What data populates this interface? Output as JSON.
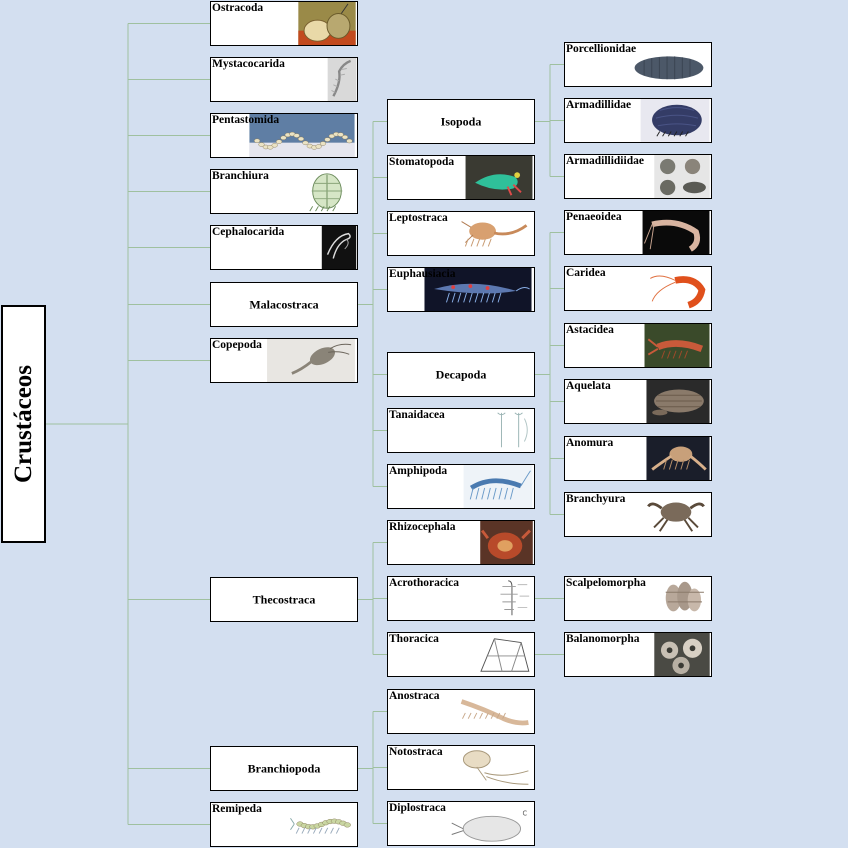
{
  "root": {
    "label": "Crustáceos"
  },
  "nodes": [
    {
      "id": "ostracoda",
      "label": "Ostracoda",
      "thumb": "ostracoda-shell"
    },
    {
      "id": "mystacocarida",
      "label": "Mystacocarida",
      "thumb": "mystacocarida-worm"
    },
    {
      "id": "pentastomida",
      "label": "Pentastomida",
      "thumb": "pentastomida-worm"
    },
    {
      "id": "branchiura",
      "label": "Branchiura",
      "thumb": "branchiura-louse"
    },
    {
      "id": "cephalocarida",
      "label": "Cephalocarida",
      "thumb": "cephalocarida-shrimp"
    },
    {
      "id": "malacostraca",
      "label": "Malacostraca"
    },
    {
      "id": "copepoda",
      "label": "Copepoda",
      "thumb": "copepoda-bug"
    },
    {
      "id": "thecostraca",
      "label": "Thecostraca"
    },
    {
      "id": "branchiopoda",
      "label": "Branchiopoda"
    },
    {
      "id": "remipeda",
      "label": "Remipeda",
      "thumb": "remipeda-bug"
    },
    {
      "id": "isopoda",
      "label": "Isopoda"
    },
    {
      "id": "stomatopoda",
      "label": "Stomatopoda",
      "thumb": "stomatopoda-shrimp"
    },
    {
      "id": "leptostraca",
      "label": "Leptostraca",
      "thumb": "leptostraca-shrimp"
    },
    {
      "id": "euphausiacia",
      "label": "Euphausiacia",
      "thumb": "krill"
    },
    {
      "id": "decapoda",
      "label": "Decapoda"
    },
    {
      "id": "tanaidacea",
      "label": "Tanaidacea",
      "thumb": "tanaid-sketch"
    },
    {
      "id": "amphipoda",
      "label": "Amphipoda",
      "thumb": "amphipod-sketch"
    },
    {
      "id": "rhizocephala",
      "label": "Rhizocephala",
      "thumb": "rhizocephala-crab"
    },
    {
      "id": "acrothoracica",
      "label": "Acrothoracica",
      "thumb": "acrothoracica-diagram"
    },
    {
      "id": "thoracica",
      "label": "Thoracica",
      "thumb": "thoracica-diagram"
    },
    {
      "id": "anostraca",
      "label": "Anostraca",
      "thumb": "anostraca-sketch"
    },
    {
      "id": "notostraca",
      "label": "Notostraca",
      "thumb": "notostraca-sketch"
    },
    {
      "id": "diplostraca",
      "label": "Diplostraca",
      "thumb": "diplostraca-sketch"
    },
    {
      "id": "porcellionidae",
      "label": "Porcellionidae",
      "thumb": "woodlouse"
    },
    {
      "id": "armadillidae",
      "label": "Armadillidae",
      "thumb": "pillbug"
    },
    {
      "id": "armadillidiidae",
      "label": "Armadillidiidae",
      "thumb": "pillbug-grid"
    },
    {
      "id": "penaeoidea",
      "label": "Penaeoidea",
      "thumb": "prawn"
    },
    {
      "id": "caridea",
      "label": "Caridea",
      "thumb": "shrimp-red"
    },
    {
      "id": "astacidea",
      "label": "Astacidea",
      "thumb": "crayfish"
    },
    {
      "id": "aquelata",
      "label": "Aquelata",
      "thumb": "slipper-lobster"
    },
    {
      "id": "anomura",
      "label": "Anomura",
      "thumb": "squat-lobster"
    },
    {
      "id": "branchyura",
      "label": "Branchyura",
      "thumb": "crab"
    },
    {
      "id": "scalpelomorpha",
      "label": "Scalpelomorpha",
      "thumb": "goose-barnacles"
    },
    {
      "id": "balanomorpha",
      "label": "Balanomorpha",
      "thumb": "acorn-barnacles"
    }
  ],
  "colors": {
    "background": "#d3dff0",
    "connector": "#9fc09f",
    "box_border": "#000000"
  }
}
